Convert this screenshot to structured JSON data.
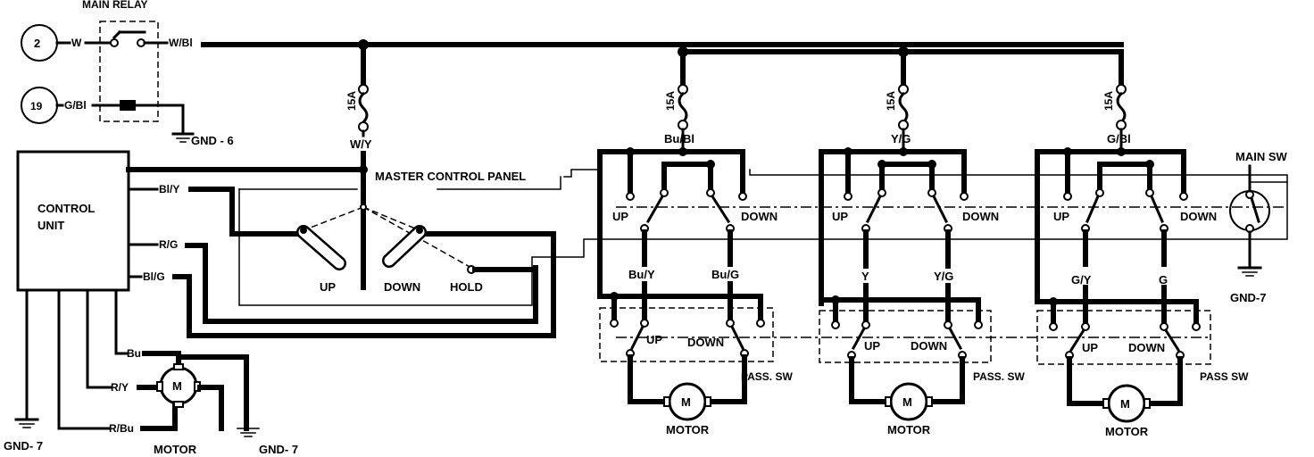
{
  "labels": {
    "main_relay": "MAIN RELAY",
    "conn_2": "2",
    "conn_19": "19",
    "w": "W",
    "w_bl": "W/Bl",
    "g_bl": "G/Bl",
    "gnd6": "GND - 6",
    "gnd7": "GND- 7",
    "gnd7_right": "GND-7",
    "control_unit_1": "CONTROL",
    "control_unit_2": "UNIT",
    "bl_y": "Bl/Y",
    "r_g": "R/G",
    "bl_g": "Bl/G",
    "bu": "Bu",
    "r_y": "R/Y",
    "r_bu": "R/Bu",
    "motor": "MOTOR",
    "m": "M",
    "fuse": "15A",
    "w_y": "W/Y",
    "bu_bl": "Bu/Bl",
    "y_g": "Y/G",
    "g_bl2": "G/Bl",
    "master_control_panel": "MASTER CONTROL PANEL",
    "main_sw": "MAIN SW",
    "up_master": "UP",
    "down": "DOWN",
    "hold": "HOLD",
    "up": "UP",
    "bu_y": "Bu/Y",
    "bu_g": "Bu/G",
    "y": "Y",
    "y_g2": "Y/G",
    "g_y": "G/Y",
    "g": "G",
    "pass_sw": "PASS. SW",
    "pass_sw2": "PASS  SW"
  }
}
